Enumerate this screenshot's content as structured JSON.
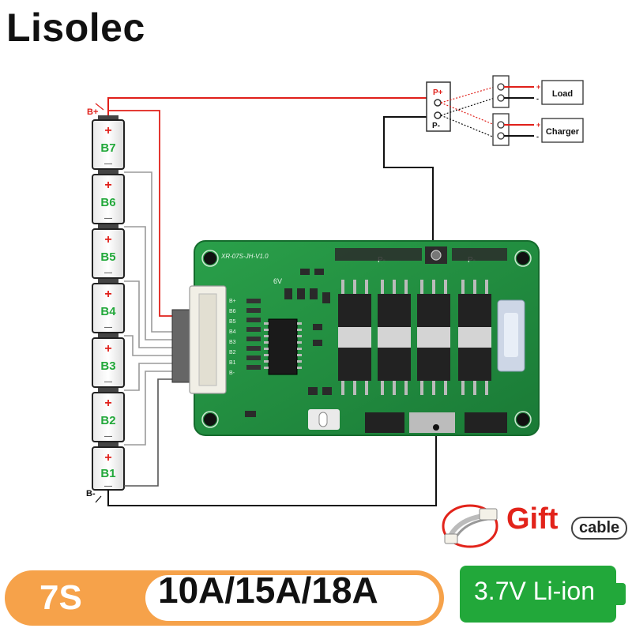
{
  "brand": "Lisolec",
  "terminals": {
    "b_plus": "B+",
    "b_minus": "B-",
    "p_plus": "P+",
    "p_minus": "P-"
  },
  "cells": [
    "B7",
    "B6",
    "B5",
    "B4",
    "B3",
    "B2",
    "B1"
  ],
  "cell_plus_symbol": "+",
  "cell_minus_symbol": "—",
  "loads": {
    "load": "Load",
    "charger": "Charger"
  },
  "pcb": {
    "model": "XR-07S-JH-V1.0",
    "pin_labels": [
      "B+",
      "B6",
      "B5",
      "B4",
      "B3",
      "B2",
      "B1",
      "B-"
    ],
    "pminus_label_1": "P-",
    "pminus_label_2": "P-",
    "voltage_mark": "6V"
  },
  "gift": {
    "word": "Gift",
    "item": "cable"
  },
  "specs": {
    "cell_count": "7S",
    "current": "10A/15A/18A",
    "chemistry": "3.7V Li-ion"
  },
  "colors": {
    "accent_orange": "#f6a24a",
    "battery_green": "#22a83a",
    "pcb_green": "#1f8a3c",
    "wire_red": "#e0201a",
    "wire_black": "#111111",
    "wire_gray": "#9a9a9a"
  }
}
